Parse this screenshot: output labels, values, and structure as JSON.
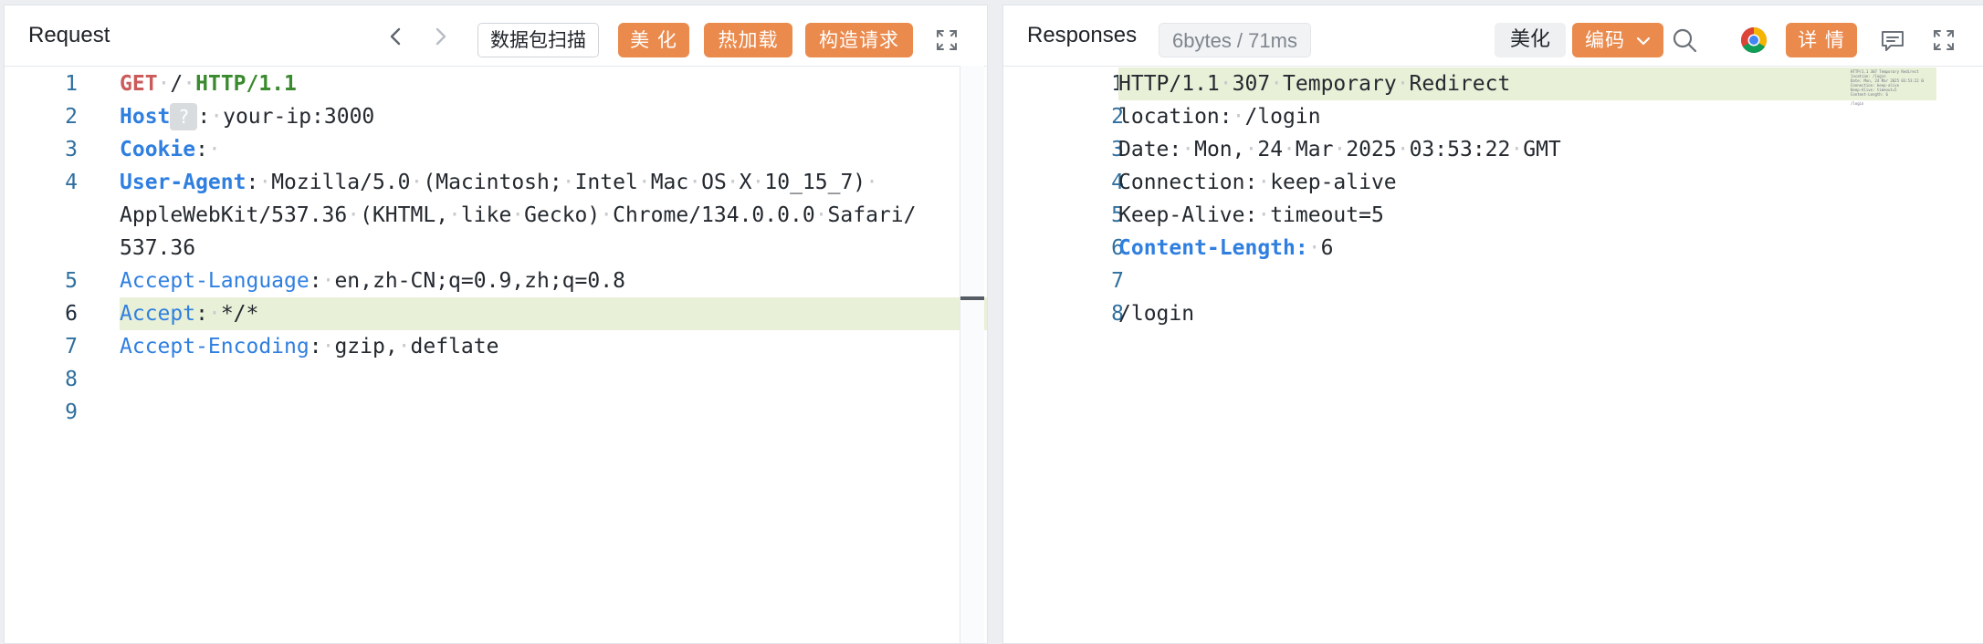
{
  "request": {
    "title": "Request",
    "scan_label": "数据包扫描",
    "beautify_label": "美 化",
    "hotload_label": "热加载",
    "construct_label": "构造请求",
    "lines": [
      {
        "num": "1",
        "segments": [
          {
            "t": "GET",
            "c": "kw-method"
          },
          {
            "t": "·",
            "c": "dot"
          },
          {
            "t": "/",
            "c": "kw-val"
          },
          {
            "t": "·",
            "c": "dot"
          },
          {
            "t": "HTTP/1.1",
            "c": "kw-proto"
          }
        ]
      },
      {
        "num": "2",
        "segments": [
          {
            "t": "Host",
            "c": "kw-key-bold"
          },
          {
            "t": "?",
            "c": "q-badge"
          },
          {
            "t": ":",
            "c": "kw-val"
          },
          {
            "t": "·",
            "c": "dot"
          },
          {
            "t": "your-ip:3000",
            "c": "kw-val"
          }
        ]
      },
      {
        "num": "3",
        "segments": [
          {
            "t": "Cookie",
            "c": "kw-key-bold"
          },
          {
            "t": ":",
            "c": "kw-val"
          },
          {
            "t": "·",
            "c": "dot"
          }
        ]
      },
      {
        "num": "4",
        "segments": [
          {
            "t": "User-Agent",
            "c": "kw-key-bold"
          },
          {
            "t": ":",
            "c": "kw-val"
          },
          {
            "t": "·",
            "c": "dot"
          },
          {
            "t": "Mozilla/5.0",
            "c": "kw-val"
          },
          {
            "t": "·",
            "c": "dot"
          },
          {
            "t": "(Macintosh;",
            "c": "kw-val"
          },
          {
            "t": "·",
            "c": "dot"
          },
          {
            "t": "Intel",
            "c": "kw-val"
          },
          {
            "t": "·",
            "c": "dot"
          },
          {
            "t": "Mac",
            "c": "kw-val"
          },
          {
            "t": "·",
            "c": "dot"
          },
          {
            "t": "OS",
            "c": "kw-val"
          },
          {
            "t": "·",
            "c": "dot"
          },
          {
            "t": "X",
            "c": "kw-val"
          },
          {
            "t": "·",
            "c": "dot"
          },
          {
            "t": "10_15_7)",
            "c": "kw-val"
          },
          {
            "t": "·",
            "c": "dot"
          }
        ]
      },
      {
        "num": "",
        "segments": [
          {
            "t": "AppleWebKit/537.36",
            "c": "kw-val"
          },
          {
            "t": "·",
            "c": "dot"
          },
          {
            "t": "(KHTML,",
            "c": "kw-val"
          },
          {
            "t": "·",
            "c": "dot"
          },
          {
            "t": "like",
            "c": "kw-val"
          },
          {
            "t": "·",
            "c": "dot"
          },
          {
            "t": "Gecko)",
            "c": "kw-val"
          },
          {
            "t": "·",
            "c": "dot"
          },
          {
            "t": "Chrome/134.0.0.0",
            "c": "kw-val"
          },
          {
            "t": "·",
            "c": "dot"
          },
          {
            "t": "Safari/",
            "c": "kw-val"
          }
        ]
      },
      {
        "num": "",
        "segments": [
          {
            "t": "537.36",
            "c": "kw-val"
          }
        ]
      },
      {
        "num": "5",
        "segments": [
          {
            "t": "Accept-Language",
            "c": "kw-key"
          },
          {
            "t": ":",
            "c": "kw-val"
          },
          {
            "t": "·",
            "c": "dot"
          },
          {
            "t": "en,zh-CN;q=0.9,zh;q=0.8",
            "c": "kw-val"
          }
        ]
      },
      {
        "num": "6",
        "active": true,
        "segments": [
          {
            "t": "Accept",
            "c": "kw-key"
          },
          {
            "t": ":",
            "c": "kw-val"
          },
          {
            "t": "·",
            "c": "dot"
          },
          {
            "t": "*/*",
            "c": "kw-val"
          }
        ]
      },
      {
        "num": "7",
        "segments": [
          {
            "t": "Accept-Encoding",
            "c": "kw-key"
          },
          {
            "t": ":",
            "c": "kw-val"
          },
          {
            "t": "·",
            "c": "dot"
          },
          {
            "t": "gzip,",
            "c": "kw-val"
          },
          {
            "t": "·",
            "c": "dot"
          },
          {
            "t": "deflate",
            "c": "kw-val"
          }
        ]
      },
      {
        "num": "8",
        "segments": []
      },
      {
        "num": "9",
        "segments": []
      }
    ]
  },
  "response": {
    "title": "Responses",
    "stats": "6bytes / 71ms",
    "beautify_label": "美化",
    "encoding_label": "编码",
    "detail_label": "详 情",
    "lines": [
      {
        "num": "1",
        "active": true,
        "segments": [
          {
            "t": "HTTP/1.1",
            "c": "kw-val"
          },
          {
            "t": "·",
            "c": "dot"
          },
          {
            "t": "307",
            "c": "kw-val"
          },
          {
            "t": "·",
            "c": "dot"
          },
          {
            "t": "Temporary",
            "c": "kw-val"
          },
          {
            "t": "·",
            "c": "dot"
          },
          {
            "t": "Redirect",
            "c": "kw-val"
          }
        ]
      },
      {
        "num": "2",
        "segments": [
          {
            "t": "location:",
            "c": "kw-val"
          },
          {
            "t": "·",
            "c": "dot"
          },
          {
            "t": "/login",
            "c": "kw-val"
          }
        ]
      },
      {
        "num": "3",
        "segments": [
          {
            "t": "Date:",
            "c": "kw-val"
          },
          {
            "t": "·",
            "c": "dot"
          },
          {
            "t": "Mon,",
            "c": "kw-val"
          },
          {
            "t": "·",
            "c": "dot"
          },
          {
            "t": "24",
            "c": "kw-val"
          },
          {
            "t": "·",
            "c": "dot"
          },
          {
            "t": "Mar",
            "c": "kw-val"
          },
          {
            "t": "·",
            "c": "dot"
          },
          {
            "t": "2025",
            "c": "kw-val"
          },
          {
            "t": "·",
            "c": "dot"
          },
          {
            "t": "03:53:22",
            "c": "kw-val"
          },
          {
            "t": "·",
            "c": "dot"
          },
          {
            "t": "GMT",
            "c": "kw-val"
          }
        ]
      },
      {
        "num": "4",
        "segments": [
          {
            "t": "Connection:",
            "c": "kw-val"
          },
          {
            "t": "·",
            "c": "dot"
          },
          {
            "t": "keep-alive",
            "c": "kw-val"
          }
        ]
      },
      {
        "num": "5",
        "segments": [
          {
            "t": "Keep-Alive:",
            "c": "kw-val"
          },
          {
            "t": "·",
            "c": "dot"
          },
          {
            "t": "timeout=5",
            "c": "kw-val"
          }
        ]
      },
      {
        "num": "6",
        "segments": [
          {
            "t": "Content-Length:",
            "c": "kw-key-bold"
          },
          {
            "t": "·",
            "c": "dot"
          },
          {
            "t": "6",
            "c": "kw-val"
          }
        ]
      },
      {
        "num": "7",
        "segments": []
      },
      {
        "num": "8",
        "segments": [
          {
            "t": "/login",
            "c": "kw-val"
          }
        ]
      }
    ],
    "minimap": "HTTP/1.1 307 Temporary Redirect\nlocation: /login\nDate: Mon, 24 Mar 2025 03:53:22 GMT\nConnection: keep-alive\nKeep-Alive: timeout=5\nContent-Length: 6\n\n/login"
  },
  "colors": {
    "accent_orange": "#ea8a4d",
    "line_highlight": "#e9f0d8",
    "key_blue": "#2f7fe0",
    "method_red": "#cc5a5a",
    "proto_green": "#3a8a2e"
  }
}
